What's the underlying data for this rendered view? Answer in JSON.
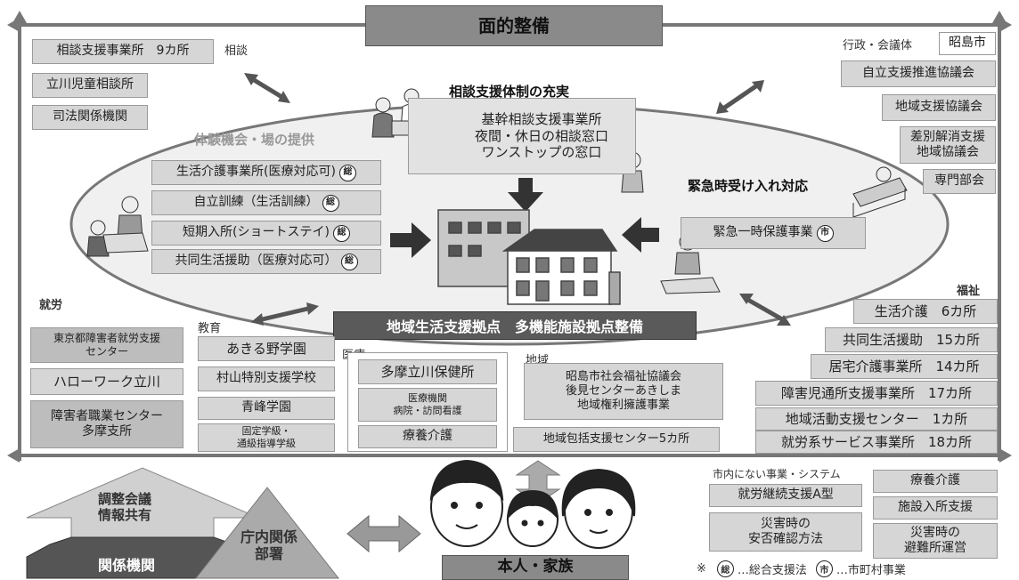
{
  "top_title": "面的整備",
  "left_top": {
    "label": "相談",
    "items": [
      "相談支援事業所　9カ所",
      "立川児童相談所",
      "司法関係機関"
    ]
  },
  "right_top": {
    "label": "行政・会議体",
    "city": "昭島市",
    "items": [
      "自立支援推進協議会",
      "地域支援協議会",
      "差別解消支援\n地域協議会",
      "専門部会"
    ]
  },
  "center_consult": {
    "title": "相談支援体制の充実",
    "lines": [
      "基幹相談支援事業所",
      "夜間・休日の相談窓口",
      "ワンストップの窓口"
    ]
  },
  "experience": {
    "title": "体験機会・場の提供",
    "items": [
      {
        "text": "生活介護事業所(医療対応可)",
        "badge": "総"
      },
      {
        "text": "自立訓練（生活訓練）",
        "badge": "総"
      },
      {
        "text": "短期入所(ショートステイ)",
        "badge": "総"
      },
      {
        "text": "共同生活援助（医療対応可）",
        "badge": "総"
      }
    ]
  },
  "emergency": {
    "title": "緊急時受け入れ対応",
    "item": "緊急一時保護事業",
    "badge": "市"
  },
  "hub_band": "地域生活支援拠点　多機能施設拠点整備",
  "employment": {
    "label": "就労",
    "items": [
      "東京都障害者就労支援\nセンター",
      "ハローワーク立川",
      "障害者職業センター\n多摩支所"
    ]
  },
  "education": {
    "label": "教育",
    "items": [
      "あきる野学園",
      "村山特別支援学校",
      "青峰学園",
      "固定学級・\n通級指導学級"
    ]
  },
  "medical": {
    "label": "医療",
    "items": [
      "多摩立川保健所",
      "医療機関\n病院・訪問看護",
      "療養介護"
    ]
  },
  "region": {
    "label": "地域",
    "main": "昭島市社会福祉協議会\n後見センターあきしま\n地域権利擁護事業",
    "sub": "地域包括支援センター5カ所"
  },
  "welfare": {
    "label": "福祉",
    "items": [
      "生活介護　6カ所",
      "共同生活援助　15カ所",
      "居宅介護事業所　14カ所",
      "障害児通所支援事業所　17カ所",
      "地域活動支援センター　1カ所",
      "就労系サービス事業所　18カ所"
    ]
  },
  "bottom_left": {
    "arrow_text": "調整会議\n情報共有",
    "trap_text": "関係機関",
    "triangle_text": "庁内関係\n部署"
  },
  "person_label": "本人・家族",
  "outside": {
    "label": "市内にない事業・システム",
    "left_items": [
      "就労継続支援A型",
      "災害時の\n安否確認方法"
    ],
    "right_items": [
      "療養介護",
      "施設入所支援",
      "災害時の\n避難所運営"
    ]
  },
  "legend": {
    "mark": "※",
    "badge1": "総",
    "text1": "…総合支援法",
    "badge2": "市",
    "text2": "…市町村事業"
  }
}
